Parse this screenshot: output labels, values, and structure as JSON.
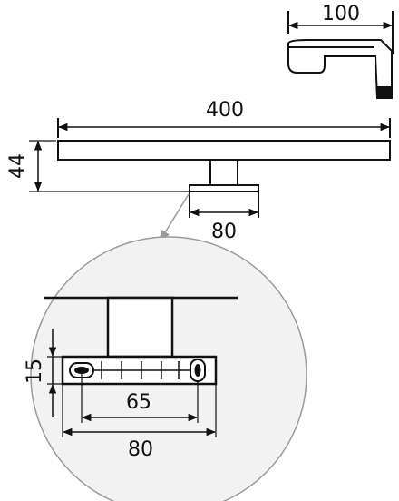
{
  "dimensions": {
    "side_depth": "100",
    "total_length": "400",
    "height": "44",
    "mount_width": "80",
    "detail_plate_height": "15",
    "detail_hole_spacing": "65",
    "detail_plate_width": "80"
  },
  "colors": {
    "line": "#111111",
    "detail_circle_fill": "#f2f2f2",
    "detail_circle_stroke": "#9a9a9a",
    "leader": "#9a9a9a"
  }
}
